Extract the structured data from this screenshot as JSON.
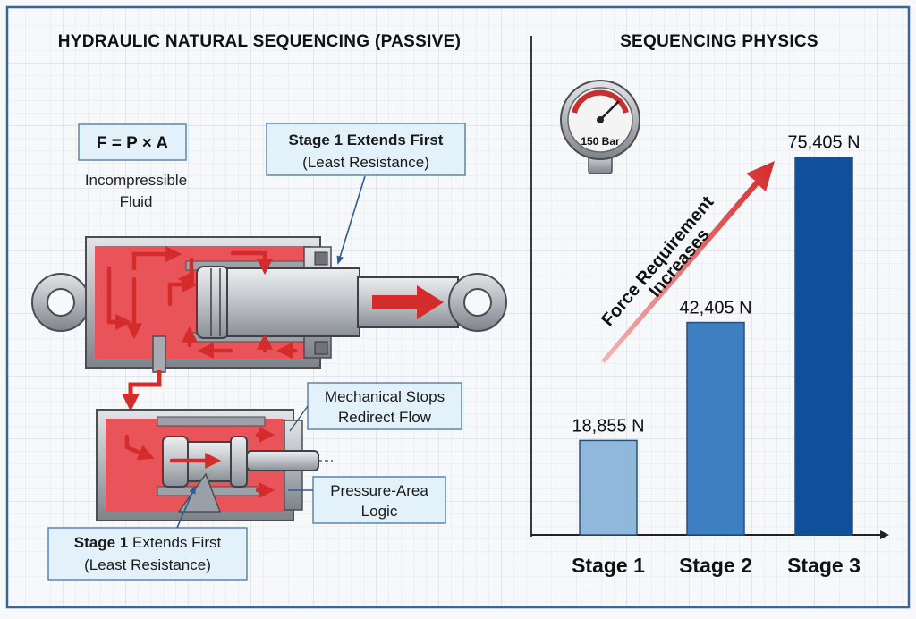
{
  "left_panel": {
    "title": "HYDRAULIC NATURAL SEQUENCING (PASSIVE)",
    "formula": "F = P × A",
    "fluid_label_line1": "Incompressible",
    "fluid_label_line2": "Fluid",
    "callout_top": {
      "line1": "Stage 1 Extends First",
      "line2": "(Least Resistance)"
    },
    "callout_stops": {
      "line1": "Mechanical Stops",
      "line2": "Redirect Flow"
    },
    "callout_logic": {
      "line1": "Pressure-Area",
      "line2": "Logic"
    },
    "callout_bottom": {
      "line1_bold": "Stage 1",
      "line1_rest": " Extends First",
      "line2": "(Least Resistance)"
    }
  },
  "right_panel": {
    "title": "SEQUENCING PHYSICS",
    "gauge_label": "150 Bar",
    "trend_line1": "Force Requirement",
    "trend_line2": "Increases"
  },
  "chart_data": {
    "type": "bar",
    "title": "SEQUENCING PHYSICS",
    "categories": [
      "Stage 1",
      "Stage 2",
      "Stage 3"
    ],
    "values": [
      18855,
      42405,
      75405
    ],
    "value_labels": [
      "18,855 N",
      "42,405 N",
      "75,405 N"
    ],
    "colors": [
      "#8fb8da",
      "#3d7fc1",
      "#0f4f9c"
    ],
    "ylim": [
      0,
      80000
    ],
    "grid": true,
    "legend": "none"
  },
  "colors": {
    "fluid": "#e8545a",
    "fluid_light": "#f28e8f",
    "arrow": "#d42b2b",
    "steel": "#a7abb1",
    "callout_fill": "#e3f1fa",
    "callout_stroke": "#5d86b0",
    "grid": "#d5dde6",
    "frame": "#3e6494"
  }
}
